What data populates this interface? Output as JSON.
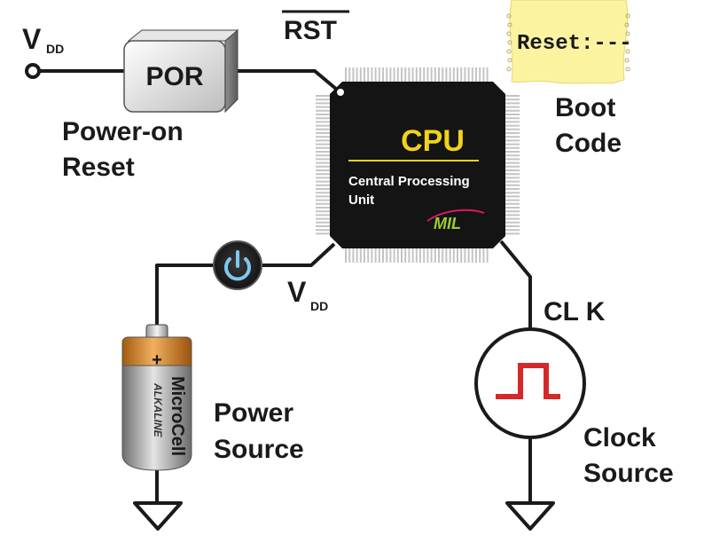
{
  "labels": {
    "vdd_top_main": "V",
    "vdd_top_sub": "DD",
    "por": "POR",
    "por_caption_line1": "Power-on",
    "por_caption_line2": "Reset",
    "rst": "RST",
    "boot_code_screen": "Reset:---",
    "boot_code_line1": "Boot",
    "boot_code_line2": "Code",
    "cpu_title": "CPU",
    "cpu_subtitle_line1": "Central Processing",
    "cpu_subtitle_line2": "Unit",
    "cpu_brand": "MIL",
    "vdd_bottom_main": "V",
    "vdd_bottom_sub": "DD",
    "battery_plus": "+",
    "battery_brand": "MicroCell",
    "battery_type": "ALKALINE",
    "power_source_line1": "Power",
    "power_source_line2": "Source",
    "clk": "CL K",
    "clock_source_line1": "Clock",
    "clock_source_line2": "Source"
  },
  "colors": {
    "wire": "#1a1a1a",
    "chip_body": "#141414",
    "chip_pins": "#c4c4c4",
    "cpu_title": "#f2d21b",
    "cpu_text": "#ffffff",
    "brand_accent": "#9acd32",
    "brand_accent2": "#d81b60",
    "clock_wave": "#d62828",
    "paper": "#fbf3a0",
    "battery_top": "#d4812a",
    "battery_body": "#a8a8a8",
    "power_button_glow": "#7ec8f0"
  },
  "icons": {
    "power_switch": "power-icon",
    "ground_left": "ground-icon",
    "ground_right": "ground-icon",
    "clock_wave": "square-wave-icon"
  }
}
